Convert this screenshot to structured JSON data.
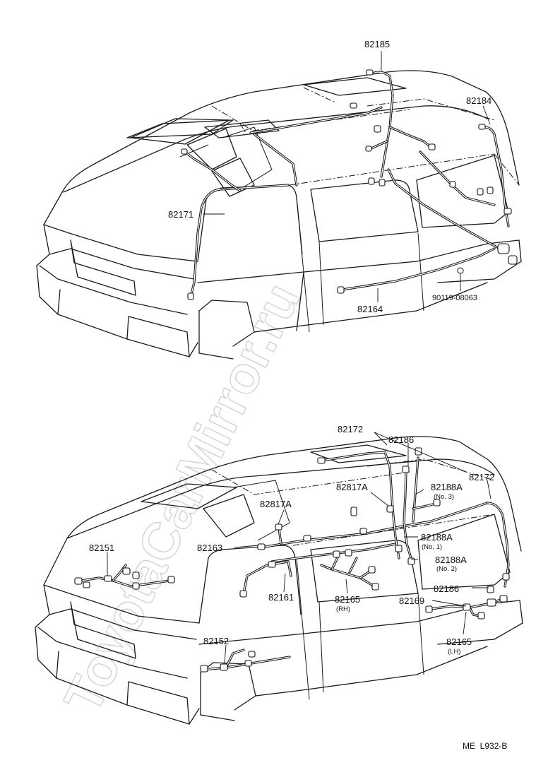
{
  "watermark": "ToyotaCarMirror.ru",
  "top_view": {
    "parts": [
      {
        "id": "p82185",
        "number": "82185"
      },
      {
        "id": "p82184",
        "number": "82184"
      },
      {
        "id": "p82171",
        "number": "82171"
      },
      {
        "id": "p82164",
        "number": "82164"
      },
      {
        "id": "p90119",
        "number": "90119-08063"
      }
    ]
  },
  "bottom_view": {
    "parts": [
      {
        "id": "b82172a",
        "number": "82172"
      },
      {
        "id": "b82186a",
        "number": "82186"
      },
      {
        "id": "b82172b",
        "number": "82172"
      },
      {
        "id": "b82817a1",
        "number": "82817A"
      },
      {
        "id": "b82188a3",
        "number": "82188A",
        "note": "(No. 3)"
      },
      {
        "id": "b82817a2",
        "number": "82817A"
      },
      {
        "id": "b82163",
        "number": "82163"
      },
      {
        "id": "b82188a1",
        "number": "82188A",
        "note": "(No. 1)"
      },
      {
        "id": "b82151",
        "number": "82151"
      },
      {
        "id": "b82188a2",
        "number": "82188A",
        "note": "(No. 2)"
      },
      {
        "id": "b82186b",
        "number": "82186"
      },
      {
        "id": "b82161",
        "number": "82161"
      },
      {
        "id": "b82165rh",
        "number": "82165",
        "note": "(RH)"
      },
      {
        "id": "b82169",
        "number": "82169"
      },
      {
        "id": "b82152",
        "number": "82152"
      },
      {
        "id": "b82165lh",
        "number": "82165",
        "note": "(LH)"
      }
    ]
  },
  "figure_code": "ME  L932-B"
}
